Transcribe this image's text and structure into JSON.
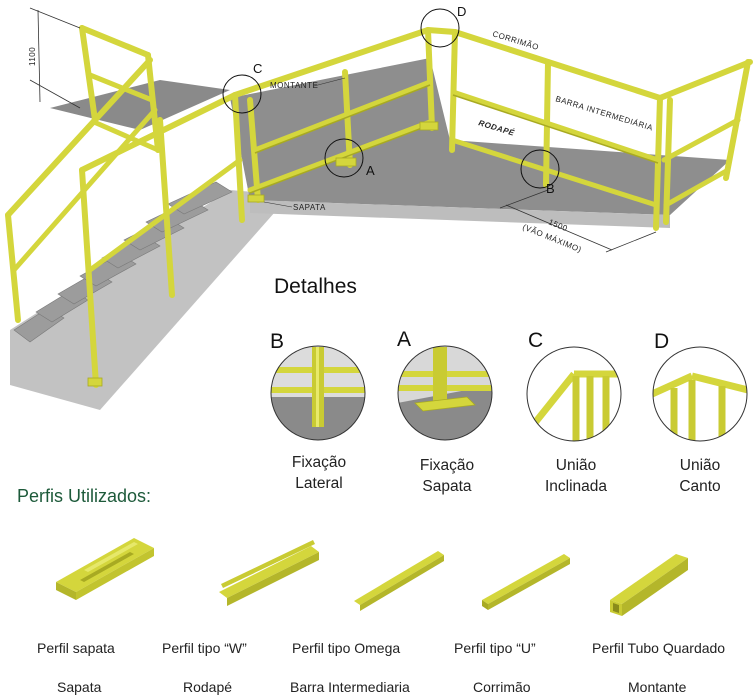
{
  "diagram": {
    "dimension_height": "1100",
    "dimension_span": "1500",
    "dimension_span_note": "(VÃO MÁXIMO)",
    "labels": {
      "montante": "MONTANTE",
      "corrimao": "CORRIMÃO",
      "barra_intermediaria": "BARRA INTERMEDIÁRIA",
      "rodape": "RODAPÉ",
      "sapata": "SAPATA"
    },
    "markers": {
      "a": "A",
      "b": "B",
      "c": "C",
      "d": "D"
    }
  },
  "details": {
    "title": "Detalhes",
    "items": [
      {
        "letter": "B",
        "caption_line1": "Fixação",
        "caption_line2": "Lateral"
      },
      {
        "letter": "A",
        "caption_line1": "Fixação",
        "caption_line2": "Sapata"
      },
      {
        "letter": "C",
        "caption_line1": "União",
        "caption_line2": "Inclinada"
      },
      {
        "letter": "D",
        "caption_line1": "União",
        "caption_line2": "Canto"
      }
    ]
  },
  "profiles": {
    "title": "Perfis Utilizados:",
    "items": [
      {
        "name": "Perfil sapata",
        "use": "Sapata"
      },
      {
        "name": "Perfil tipo “W”",
        "use": "Rodapé"
      },
      {
        "name": "Perfil tipo Omega",
        "use": "Barra Intermediaria"
      },
      {
        "name": "Perfil tipo “U”",
        "use": "Corrimão"
      },
      {
        "name": "Perfil Tubo Quardado",
        "use": "Montante"
      }
    ]
  },
  "colors": {
    "rail": "#d4d63c",
    "rail_dark": "#a8aa22",
    "concrete_top": "#8f8f8f",
    "concrete_side": "#b8b8b8",
    "profile_green": "#1d5a3a"
  }
}
